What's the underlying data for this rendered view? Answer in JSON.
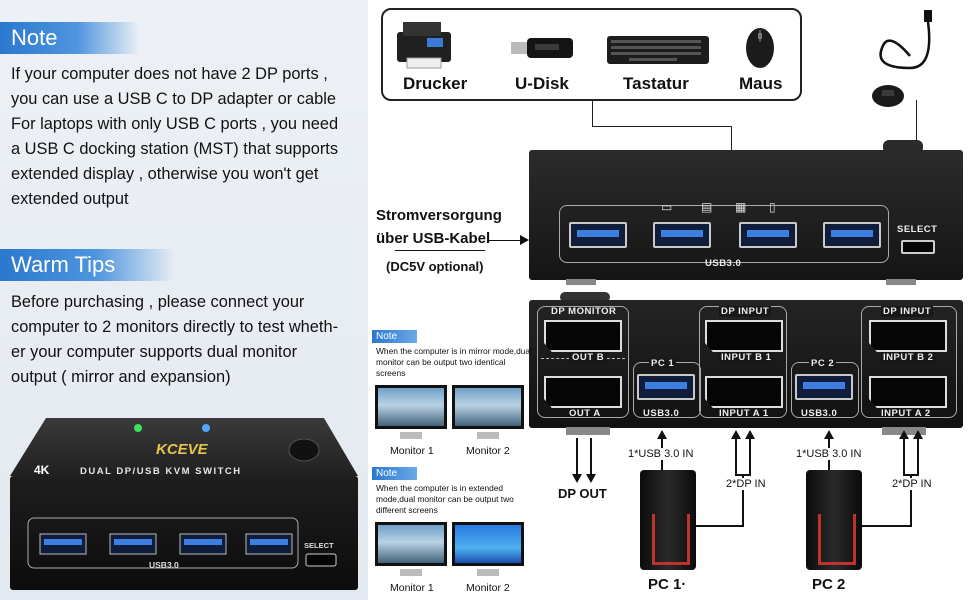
{
  "left": {
    "note_title": "Note",
    "note_text": "If your computer does not have 2 DP ports ,\nyou can use a USB C to DP adapter or cable\nFor laptops with only USB C ports , you need\na USB C docking station (MST) that supports\nextended display , otherwise you won't get\nextended output",
    "tips_title": "Warm Tips",
    "tips_text": "Before purchasing , please connect your\ncomputer to 2 monitors directly to test wheth-\ner your computer supports dual monitor\noutput ( mirror and expansion)",
    "device": {
      "brand": "KCEVE",
      "badge_4k": "4K",
      "model_text": "DUAL DP/USB KVM SWITCH",
      "usb_label": "USB3.0",
      "select_label": "SELECT"
    }
  },
  "peripherals": [
    "Drucker",
    "U-Disk",
    "Tastatur",
    "Maus"
  ],
  "power": {
    "line1": "Stromversorgung",
    "line2": "über USB-Kabel",
    "line3": "(DC5V optional)"
  },
  "top_unit": {
    "usb_label": "USB3.0",
    "select_label": "SELECT"
  },
  "bottom_unit": {
    "dp_monitor": "DP MONITOR",
    "out_b": "OUT B",
    "out_a": "OUT A",
    "pc1": "PC 1",
    "pc2": "PC 2",
    "usb30": "USB3.0",
    "dp_input": "DP INPUT",
    "input_b1": "INPUT B 1",
    "input_a1": "INPUT A 1",
    "input_b2": "INPUT B 2",
    "input_a2": "INPUT A 2"
  },
  "mirror_note": {
    "title": "Note",
    "text": "When the computer is in mirror mode,dual monitor can be output two identical screens",
    "monitor1": "Monitor 1",
    "monitor2": "Monitor 2"
  },
  "extended_note": {
    "title": "Note",
    "text": "When the computer is in extended mode,dual monitor can be output two different screens",
    "monitor1": "Monitor 1",
    "monitor2": "Monitor 2"
  },
  "connections": {
    "dp_out": "DP OUT",
    "usb_in_1": "1*USB 3.0 IN",
    "usb_in_2": "1*USB 3.0 IN",
    "dp_in_1": "2*DP IN",
    "dp_in_2": "2*DP IN",
    "pc1": "PC 1·",
    "pc2": "PC 2"
  }
}
